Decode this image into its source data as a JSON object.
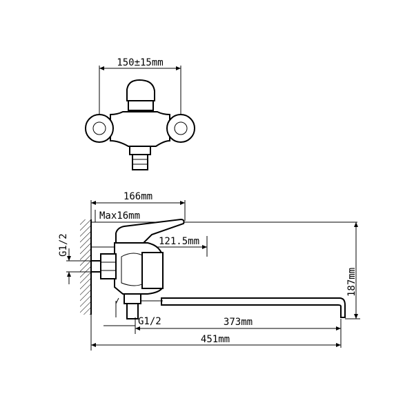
{
  "drawing": {
    "top_view": {
      "dim_spacing": "150±15mm"
    },
    "side_view": {
      "dim_height_top": "166mm",
      "dim_wall": "Max16mm",
      "dim_offset": "121.5mm",
      "dim_thread_left": "G1/2",
      "dim_height_total": "187mm",
      "dim_thread_bottom": "G1/2",
      "dim_spout": "373mm",
      "dim_overall": "451mm"
    }
  }
}
